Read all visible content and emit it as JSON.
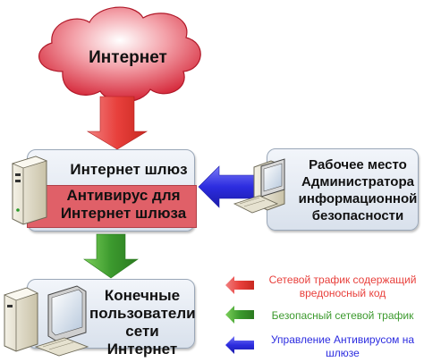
{
  "internet_label": "Интернет",
  "gateway": {
    "title": "Интернет шлюз",
    "antivirus_line1": "Антивирус для",
    "antivirus_line2": "Интернет шлюза"
  },
  "admin": {
    "line1": "Рабочее место",
    "line2": "Администратора",
    "line3": "информационной",
    "line4": "безопасности"
  },
  "users": {
    "line1": "Конечные",
    "line2": "пользователи",
    "line3": "сети Интернет"
  },
  "legend": [
    {
      "line1": "Сетевой трафик содержащий",
      "line2": "вредоносный код",
      "color": "#e8403c"
    },
    {
      "line1": "Безопасный сетевой трафик",
      "line2": "",
      "color": "#3c9a2e"
    },
    {
      "line1": "Управление Антивирусом на",
      "line2": "шлюзе",
      "color": "#2c2ce0"
    }
  ],
  "colors": {
    "malicious": "#e8403c",
    "safe": "#3c9a2e",
    "control": "#2c2ce0",
    "antivirus_band": "#e06068"
  }
}
